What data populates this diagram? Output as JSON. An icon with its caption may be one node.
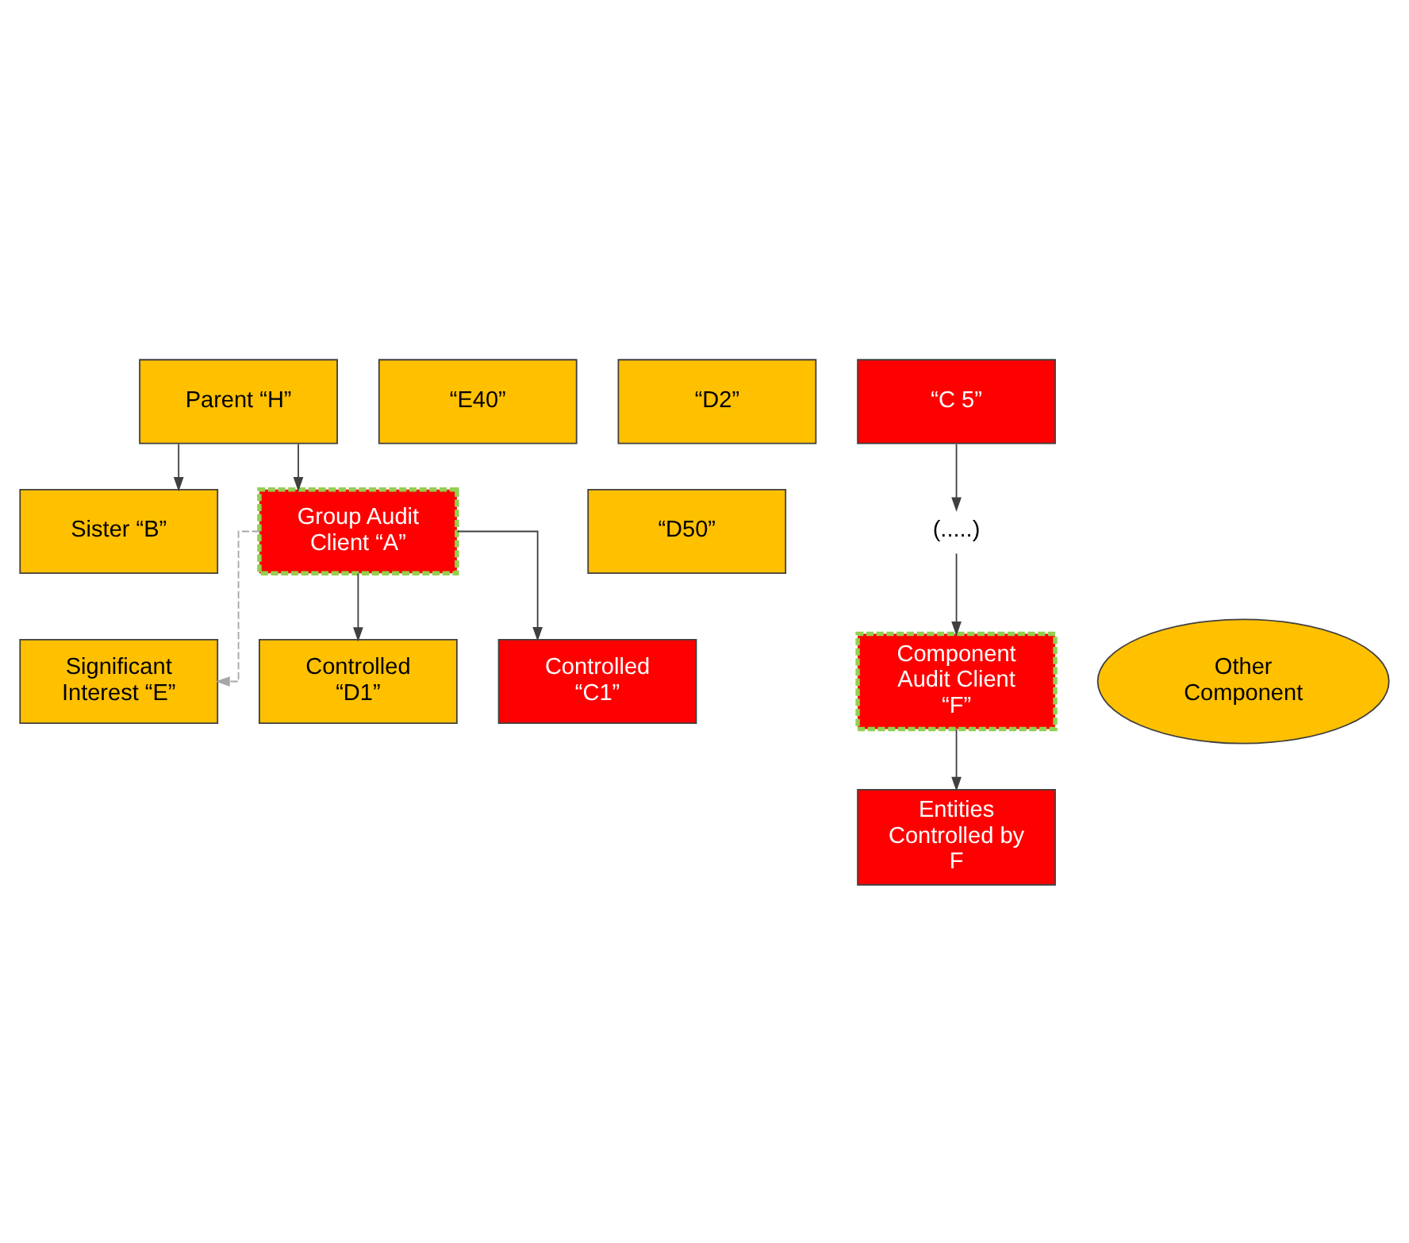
{
  "diagram": {
    "nodes": [
      {
        "text": [
          "Parent “H”"
        ]
      },
      {
        "text": [
          "Sister “B”"
        ]
      },
      {
        "text": [
          "Group Audit Client “A”"
        ]
      },
      {
        "text": [
          "Significant Interest “E”"
        ]
      },
      {
        "text": [
          "“E40”"
        ]
      },
      {
        "text": [
          "Controlled “D1”"
        ]
      },
      {
        "text": [
          "“D2”"
        ]
      },
      {
        "text": [
          "“D50”"
        ]
      },
      {
        "text": [
          "Controlled “C1”"
        ]
      },
      {
        "text": [
          "“C 5”"
        ]
      },
      {
        "text": [
          "(.....)"
        ]
      },
      {
        "text": [
          "Component Audit Client “F”"
        ]
      },
      {
        "text": [
          "Entities Controlled by F"
        ]
      },
      {
        "text": [
          "Other Component"
        ]
      }
    ],
    "edges": [
      {
        "from": 0,
        "to": 1,
        "arrow": "to"
      },
      {
        "from": 0,
        "to": 2,
        "arrow": "to"
      },
      {
        "from": 2,
        "to": 3,
        "arrow": "to",
        "style": "dashed",
        "color": "#a6a6a6"
      },
      {
        "from": 2,
        "to": 5,
        "arrow": "to"
      },
      {
        "from": 2,
        "to": 8,
        "arrow": "to"
      },
      {
        "from": 9,
        "to": 10,
        "arrow": "to"
      },
      {
        "from": 10,
        "to": 11,
        "arrow": "to"
      },
      {
        "from": 11,
        "to": 12,
        "arrow": "to"
      }
    ]
  }
}
